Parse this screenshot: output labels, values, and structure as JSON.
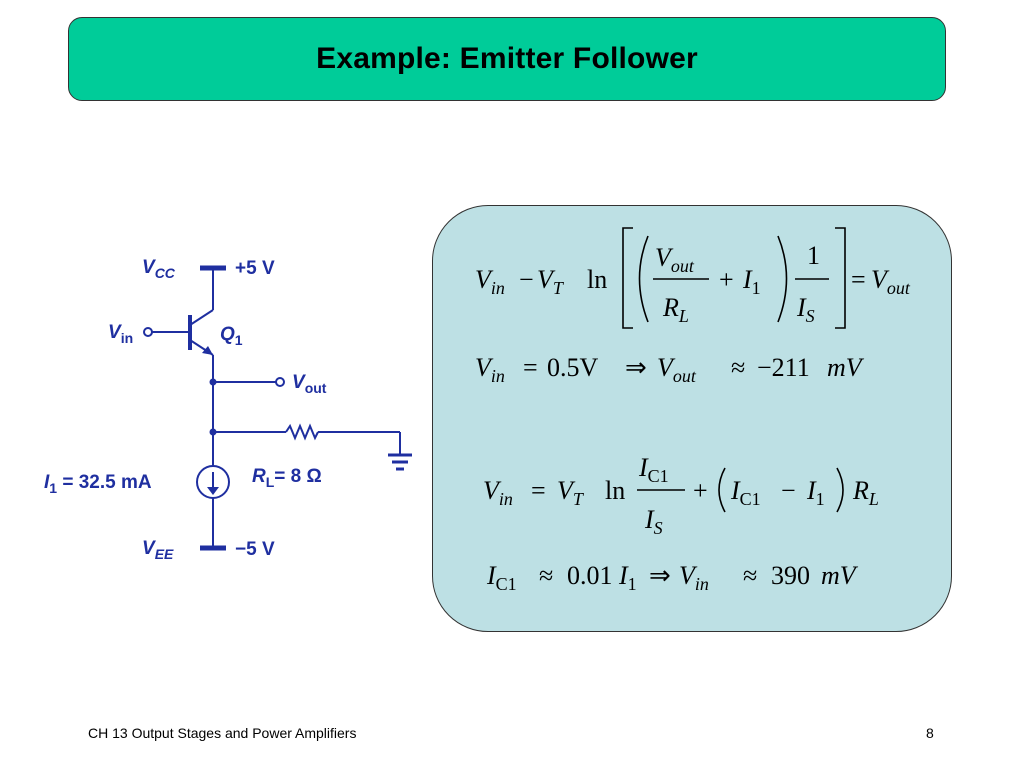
{
  "title": "Example:  Emitter Follower",
  "circuit": {
    "vcc_label": "V",
    "vcc_sub": "CC",
    "vcc_value": "+5 V",
    "vin_label": "V",
    "vin_sub": "in",
    "q_label": "Q",
    "q_sub": "1",
    "vout_label": "V",
    "vout_sub": "out",
    "i1_label": "I",
    "i1_sub": "1",
    "i1_value": " = 32.5 mA",
    "rl_label": "R",
    "rl_sub": "L",
    "rl_value": "= 8 Ω",
    "vee_label": "V",
    "vee_sub": "EE",
    "vee_value": "−5 V",
    "color": "#1f2fa0"
  },
  "equations": {
    "eq1": {
      "vin": "V",
      "vin_sub": "in",
      "minus": "−",
      "vt": "V",
      "vt_sub": "T",
      "ln": "ln",
      "vout_num": "V",
      "vout_num_sub": "out",
      "rl_den": "R",
      "rl_den_sub": "L",
      "plus": "+",
      "i1": "I",
      "i1_sub": "1",
      "one": "1",
      "is_den": "I",
      "is_den_sub": "S",
      "equals": "=",
      "vout_rhs": "V",
      "vout_rhs_sub": "out"
    },
    "eq2": {
      "vin": "V",
      "vin_sub": "in",
      "equals": "=",
      "value": "0.5V",
      "implies": "⇒",
      "vout": "V",
      "vout_sub": "out",
      "approx": "≈",
      "result": "−211",
      "unit": "mV"
    },
    "eq3": {
      "vin": "V",
      "vin_sub": "in",
      "equals": "=",
      "vt": "V",
      "vt_sub": "T",
      "ln": "ln",
      "ic1_num": "I",
      "ic1_num_sub": "C1",
      "is_den": "I",
      "is_den_sub": "S",
      "plus": "+",
      "ic1": "I",
      "ic1_sub": "C1",
      "minus": "−",
      "i1": "I",
      "i1_sub": "1",
      "rl": "R",
      "rl_sub": "L"
    },
    "eq4": {
      "ic1": "I",
      "ic1_sub": "C1",
      "approx1": "≈",
      "coef": "0.01",
      "i1": "I",
      "i1_sub": "1",
      "implies": "⇒",
      "vin": "V",
      "vin_sub": "in",
      "approx2": "≈",
      "result": "390",
      "unit": "mV"
    }
  },
  "footer": {
    "left": "CH 13 Output Stages and Power Amplifiers",
    "page": "8"
  }
}
